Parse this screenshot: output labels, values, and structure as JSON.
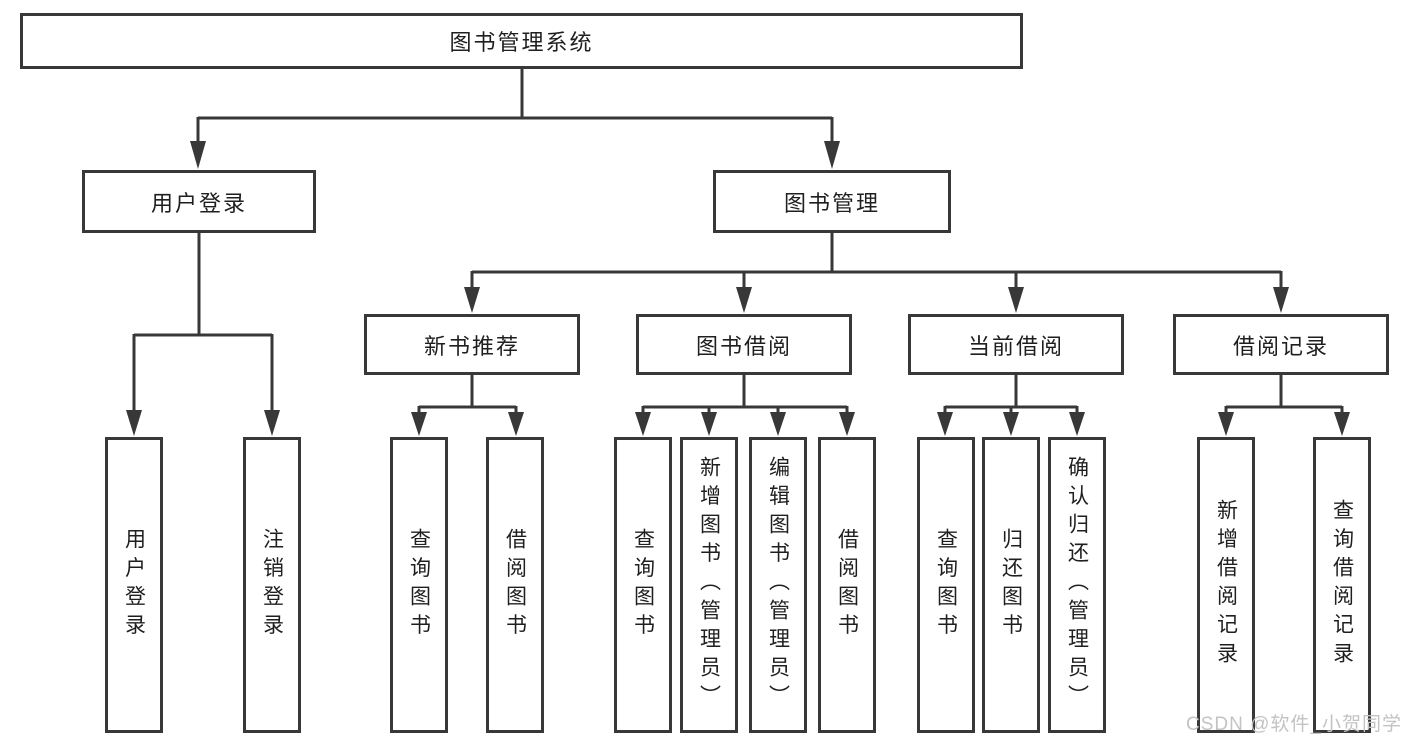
{
  "diagram": {
    "type": "hierarchy-tree",
    "colors": {
      "line": "#383838",
      "box_border": "#383838",
      "box_fill": "#ffffff",
      "text": "#1f1f1f",
      "background": "#ffffff",
      "watermark": "#c3c3c3"
    },
    "tree": {
      "label": "图书管理系统",
      "children": [
        {
          "label": "用户登录",
          "children": [
            {
              "label": "用户登录"
            },
            {
              "label": "注销登录"
            }
          ]
        },
        {
          "label": "图书管理",
          "children": [
            {
              "label": "新书推荐",
              "children": [
                {
                  "label": "查询图书"
                },
                {
                  "label": "借阅图书"
                }
              ]
            },
            {
              "label": "图书借阅",
              "children": [
                {
                  "label": "查询图书"
                },
                {
                  "label": "新增图书（管理员）"
                },
                {
                  "label": "编辑图书（管理员）"
                },
                {
                  "label": "借阅图书"
                }
              ]
            },
            {
              "label": "当前借阅",
              "children": [
                {
                  "label": "查询图书"
                },
                {
                  "label": "归还图书"
                },
                {
                  "label": "确认归还（管理员）"
                }
              ]
            },
            {
              "label": "借阅记录",
              "children": [
                {
                  "label": "新增借阅记录"
                },
                {
                  "label": "查询借阅记录"
                }
              ]
            }
          ]
        }
      ]
    }
  },
  "watermark": {
    "text": "CSDN @软件_小贺同学"
  }
}
